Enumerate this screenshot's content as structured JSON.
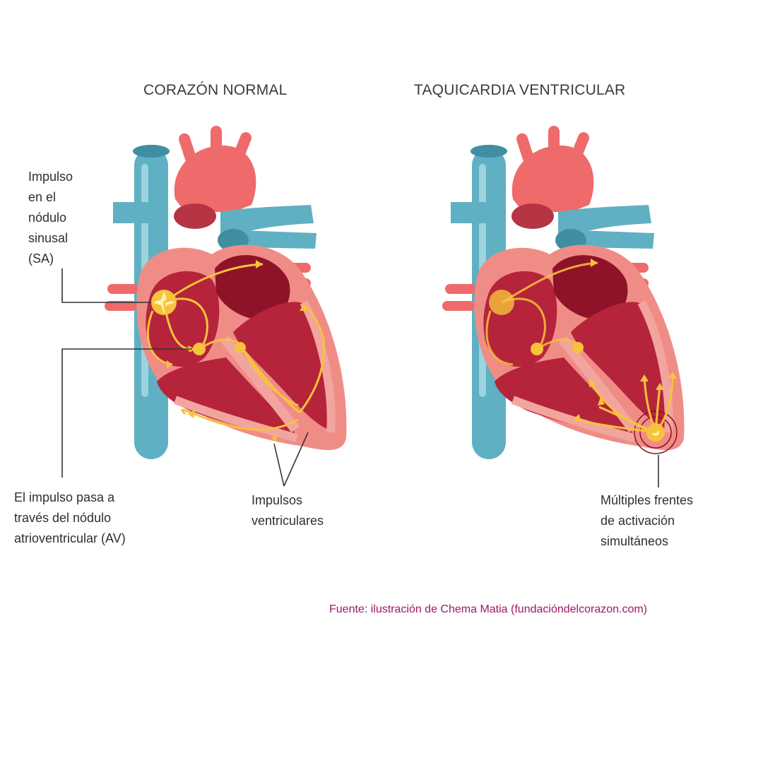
{
  "titles": {
    "normal": "CORAZÓN NORMAL",
    "tachycardia": "TAQUICARDIA VENTRICULAR"
  },
  "labels": {
    "sa_node": "Impulso\nen el\nnódulo\nsinusal\n(SA)",
    "av_node": "El impulso pasa  a\ntravés del nódulo\natrioventricular (AV)",
    "ventricular": "Impulsos\nventriculares",
    "multiple_fronts": "Múltiples frentes\nde activación\nsimultáneos"
  },
  "source": "Fuente: ilustración de Chema Matia (fundacióndelcorazon.com)",
  "colors": {
    "vein": "#5fb0c2",
    "vein_light": "#9bd3df",
    "artery": "#ef6a6a",
    "heart_outer": "#f08c86",
    "chamber": "#b5243a",
    "chamber_dark": "#8e1328",
    "impulse": "#f7c23c",
    "impulse_glow": "#fff3b0",
    "text": "#2f2f2f",
    "source": "#a0156c"
  }
}
